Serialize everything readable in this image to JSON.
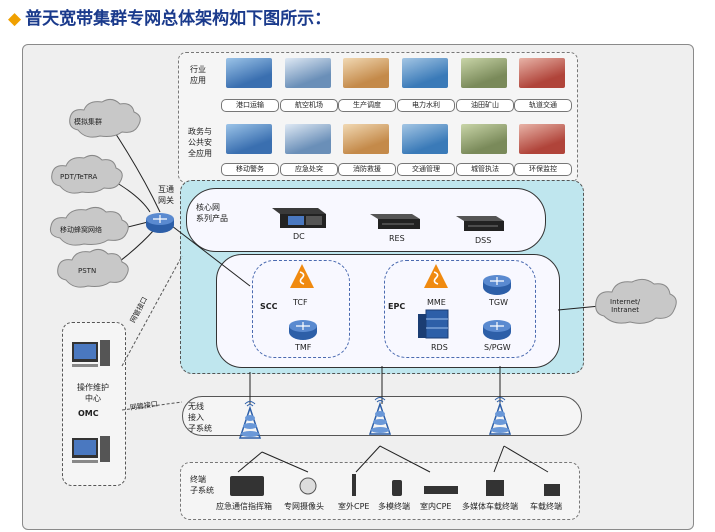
{
  "title": "普天宽带集群专网总体架构如下图所示：",
  "industry": {
    "label": "行业\n应用",
    "items": [
      "港口运输",
      "航空机场",
      "生产调度",
      "电力水利",
      "油田矿山",
      "轨道交通"
    ]
  },
  "gov": {
    "label": "政务与\n公共安\n全应用",
    "items": [
      "移动警务",
      "应急处突",
      "消防救援",
      "交通管理",
      "城管执法",
      "环保监控"
    ]
  },
  "core": {
    "label": "核心网\n系列产品",
    "dc": "DC",
    "res": "RES",
    "dss": "DSS"
  },
  "scc": {
    "label": "SCC",
    "tcf": "TCF",
    "tmf": "TMF"
  },
  "epc": {
    "label": "EPC",
    "mme": "MME",
    "tgw": "TGW",
    "rds": "RDS",
    "spgw": "S/PGW"
  },
  "gateway": {
    "label": "互通\n网关"
  },
  "clouds": {
    "analog": "模拟集群",
    "pdt": "PDT/TeTRA",
    "cellular": "移动蜂窝网络",
    "pstn": "PSTN",
    "internet": "Internet/\nIntranet"
  },
  "omc": {
    "title": "操作维护\n中心",
    "name": "OMC",
    "link1": "网管接口",
    "link2": "网管接口"
  },
  "radio": {
    "label": "无线\n接入\n子系统"
  },
  "terminal": {
    "label": "终端\n子系统",
    "items": [
      "应急通信指挥箱",
      "专网摄像头",
      "室外CPE",
      "多模终端",
      "室内CPE",
      "多媒体车载终端",
      "车载终端"
    ]
  },
  "colors": {
    "title": "#1a3a8c",
    "diamond": "#f0a000",
    "core_bg": "#bfe6ee",
    "router": "#2d5fa8",
    "ring": "#4a6ab0"
  },
  "icons": [
    "router-icon",
    "tower-icon",
    "monitor-icon",
    "server-icon",
    "cloud-icon"
  ]
}
